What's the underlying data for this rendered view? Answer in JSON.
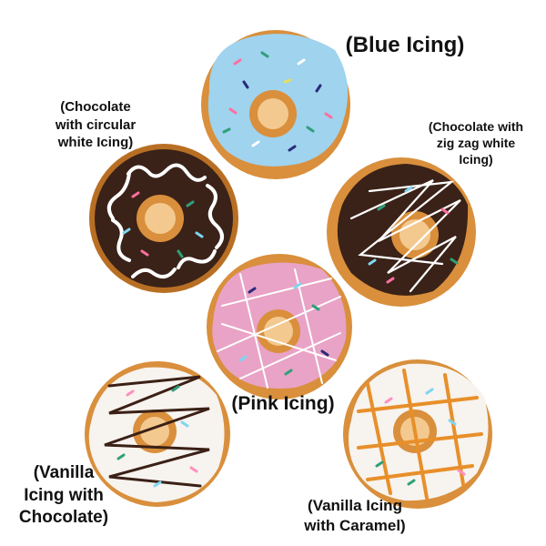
{
  "labels": {
    "blue": [
      "(Blue Icing)"
    ],
    "chocolate_circular": [
      "(Chocolate",
      "with circular",
      "white Icing)"
    ],
    "chocolate_zigzag": [
      "(Chocolate with",
      "zig zag white",
      "Icing)"
    ],
    "pink": [
      "(Pink Icing)"
    ],
    "vanilla_chocolate": [
      "(Vanilla",
      "Icing with",
      "Chocolate)"
    ],
    "vanilla_caramel": [
      "(Vanilla Icing",
      "with Caramel)"
    ]
  },
  "colors": {
    "dough": "#d98f3c",
    "dough_dark": "#b86f24",
    "blue_icing": "#9fd3ee",
    "chocolate_icing": "#3a2218",
    "pink_icing": "#e9a3c6",
    "vanilla_icing": "#f7f3ee",
    "caramel": "#e88f2a",
    "white_drizzle": "#ffffff",
    "chocolate_drizzle": "#3b2016"
  }
}
